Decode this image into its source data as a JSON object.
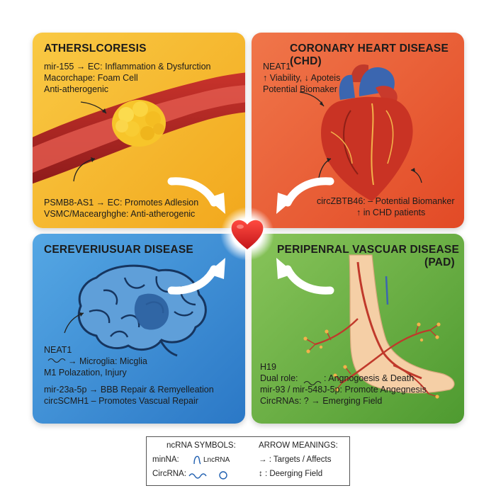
{
  "panels": {
    "ath": {
      "title": "ATHERSLCORESIS",
      "lines": [
        "mir-155 → EC: Inflammation & Dysfurction",
        "Macorchape: Foam Cell",
        "Anti-atherogenic"
      ],
      "lines2": [
        "PSMB8-AS1 → EC: Promotes Adlesion",
        "VSMC/Macearghghe: Anti-atherogenic"
      ],
      "color": "#f5b82c"
    },
    "chd": {
      "title": "CORONARY HEART DISEASE (CHD)",
      "lines": [
        "NEAT1",
        "↑ Viability, ↓ Apoteis",
        "Potential Biomaker"
      ],
      "lines2": [
        "circZBTB46: – Potential Biomanker",
        "↑ in CHD patients"
      ],
      "color": "#e85c33"
    },
    "cer": {
      "title": "CEREVERIUSUAR DISEASE",
      "lines": [
        "NEAT1",
        "→ Microglia: Micglia",
        "M1 Polazation, Injury"
      ],
      "lines2": [
        "mir-23a-5p → BBB Repair & Remyelleation",
        "circSCMH1 – Promotes Vascual Repair"
      ],
      "color": "#3b8bd4"
    },
    "pad": {
      "title": "PERIPENRAL VASCUAR DISEASE",
      "subtitle": "(PAD)",
      "lines": [
        "H19",
        "Dual role:",
        ": Angnogoesis & Death",
        "mir-93 / mir-548J-5p: Promote Angegnesis",
        "CircRNAs: ? → Emerging Field"
      ],
      "color": "#68ad40"
    }
  },
  "legend": {
    "symbols_title": "ncRNA SYMBOLS:",
    "minna": "minNA:",
    "lncrna": "LncRNA",
    "circrna": "CircRNA:",
    "arrows_title": "ARROW MEANINGS:",
    "targets": "→ : Targets / Affects",
    "emerging": "↕ : Deerging Field"
  }
}
